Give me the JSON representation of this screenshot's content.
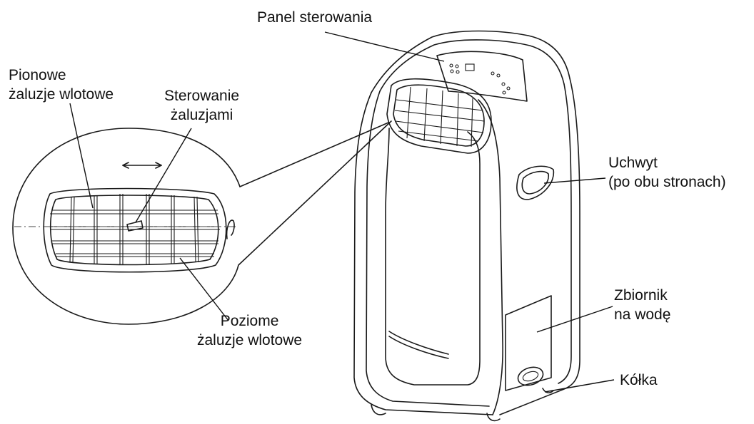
{
  "labels": {
    "control_panel": "Panel sterowania",
    "vertical_louvers": [
      "Pionowe",
      "żaluzje wlotowe"
    ],
    "louver_control": [
      "Sterowanie",
      "żaluzjami"
    ],
    "handle": [
      "Uchwyt",
      "(po obu stronach)"
    ],
    "horizontal_louvers": [
      "Poziome",
      "żaluzje wlotowe"
    ],
    "water_tank": [
      "Zbiornik",
      "na wodę"
    ],
    "wheels": "Kółka"
  }
}
